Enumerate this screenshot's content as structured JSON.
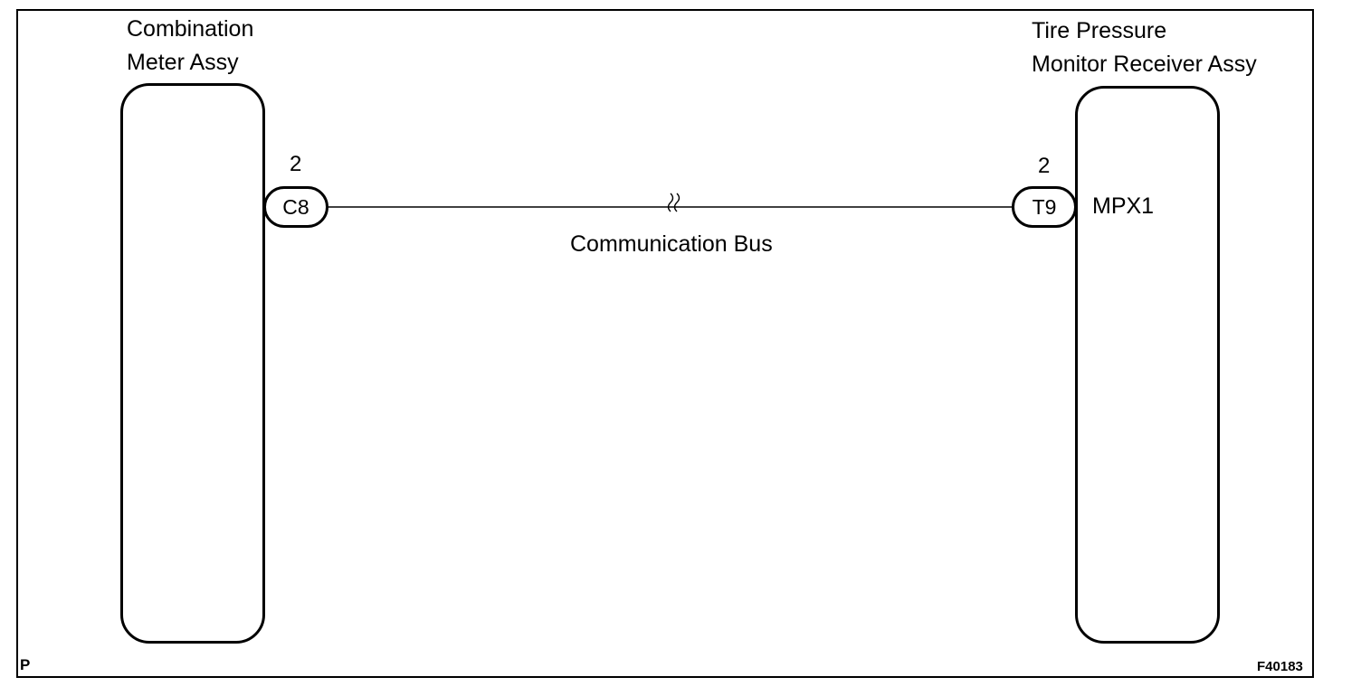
{
  "left_component": {
    "label_line1": "Combination",
    "label_line2": "Meter Assy"
  },
  "right_component": {
    "label_line1": "Tire Pressure",
    "label_line2": "Monitor Receiver Assy",
    "terminal_name": "MPX1"
  },
  "left_connector": {
    "pin": "2",
    "code": "C8"
  },
  "right_connector": {
    "pin": "2",
    "code": "T9"
  },
  "wire": {
    "label": "Communication Bus"
  },
  "corner_mark": "P",
  "figure_id": "F40183"
}
